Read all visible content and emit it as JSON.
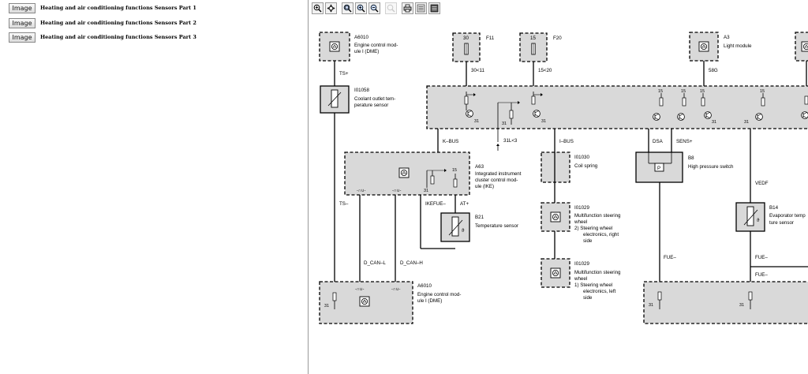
{
  "list": {
    "button_label": "Image",
    "items": [
      {
        "label": "Heating and air conditioning functions Sensors Part 1"
      },
      {
        "label": "Heating and air conditioning functions Sensors Part 2"
      },
      {
        "label": "Heating and air conditioning functions Sensors Part 3"
      }
    ]
  },
  "toolbar": {
    "buttons": [
      "zoom-in-icon",
      "pan-icon",
      "zoom-window-icon",
      "zoom-fit-icon",
      "zoom-out-icon",
      "zoom-disabled-icon",
      "print-icon",
      "page-prev-icon",
      "page-next-icon"
    ]
  },
  "diagram": {
    "a6010_top": {
      "id": "A6010",
      "line1": "Engine control mod-",
      "line2": "ule I (DME)"
    },
    "ts_plus": "TS+",
    "i01058": {
      "id": "I01058",
      "line1": "Coolant outlet tem-",
      "line2": "perature sensor"
    },
    "ts_minus": "TS–",
    "f11": {
      "id": "F11",
      "pin": "30",
      "wire": "30<11"
    },
    "f20": {
      "id": "F20",
      "pin": "15",
      "wire": "15<20"
    },
    "a3": {
      "id": "A3",
      "name": "Light module",
      "wire": "58G"
    },
    "ground_31": "31",
    "label_15": "15",
    "label_31l3": "31L<3",
    "kbus": "K–BUS",
    "ibus": "I–BUS",
    "dsa": "DSA",
    "sens_plus": "SENS+",
    "a63": {
      "id": "A63",
      "line1": "Integrated instrument",
      "line2": "cluster control mod-",
      "line3": "ule (IKE)"
    },
    "ikefue": "IKEFUE–",
    "at_plus": "AT+",
    "b21": {
      "id": "B21",
      "name": "Temperature sensor"
    },
    "d_can_l": "D_CAN–L",
    "d_can_h": "D_CAN–H",
    "a6010_bot": {
      "id": "A6010",
      "line1": "Engine control mod-",
      "line2": "ule I (DME)"
    },
    "i01030": {
      "id": "I01030",
      "name": "Coil spring"
    },
    "i01029a": {
      "id": "I01029",
      "line1": "Multifunction steering",
      "line2": "wheel",
      "line3": "2) Steering wheel",
      "line4": "electronics, right",
      "line5": "side"
    },
    "i01029b": {
      "id": "I01029",
      "line1": "Multifunction steering",
      "line2": "wheel",
      "line3": "1) Steering wheel",
      "line4": "electronics, left",
      "line5": "side"
    },
    "b8": {
      "id": "B8",
      "name": "High pressure switch",
      "symbol": "P"
    },
    "vedf": "VEDF",
    "b14": {
      "id": "B14",
      "line1": "Evaporator temp",
      "line2": "ture sensor"
    },
    "fue_minus": "FUE–",
    "theta": "ϑ"
  }
}
